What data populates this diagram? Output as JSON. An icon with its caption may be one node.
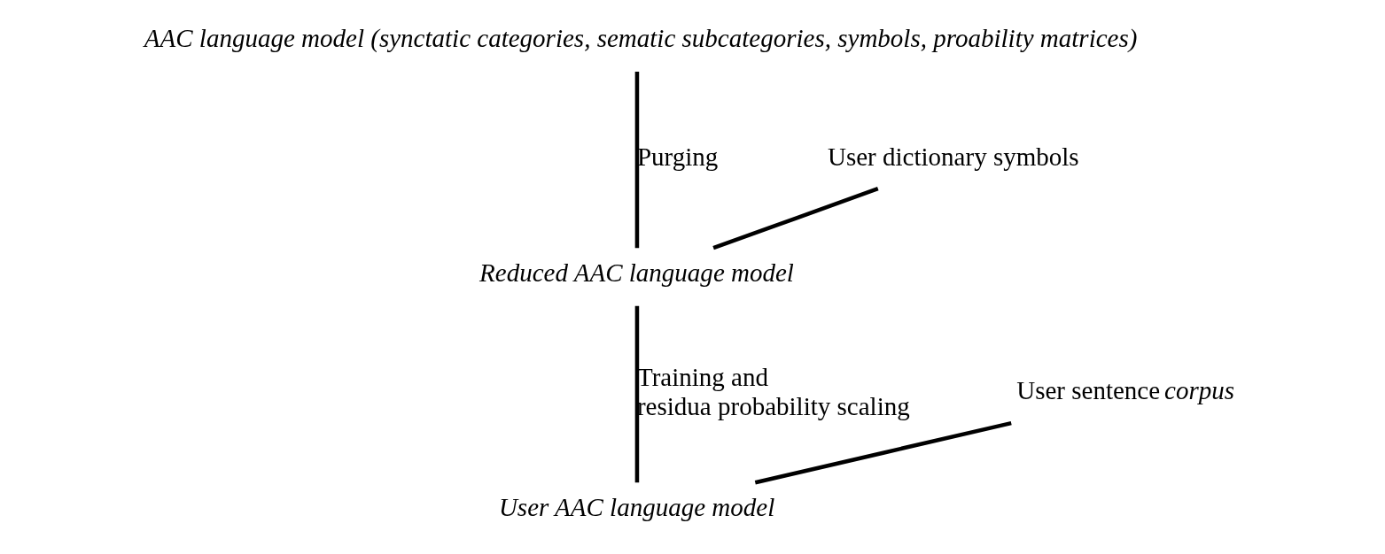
{
  "diagram": {
    "nodes": [
      {
        "text": [
          "AAC language model (synctatic categories, sematic subcategories, symbols, proability matrices)"
        ]
      },
      {
        "text": [
          "User dictionary symbols"
        ]
      },
      {
        "text": [
          "Reduced AAC language model"
        ]
      },
      {
        "text": [
          "User sentence *corpus*"
        ]
      },
      {
        "text": [
          "User AAC language model"
        ]
      }
    ],
    "edges": [
      {
        "from": 0,
        "to": 2,
        "arrow": "none",
        "label": "Purging"
      },
      {
        "from": 1,
        "to": 2,
        "arrow": "none"
      },
      {
        "from": 2,
        "to": 4,
        "arrow": "none",
        "label": "Training and residua probability scaling"
      },
      {
        "from": 3,
        "to": 4,
        "arrow": "none"
      }
    ]
  }
}
